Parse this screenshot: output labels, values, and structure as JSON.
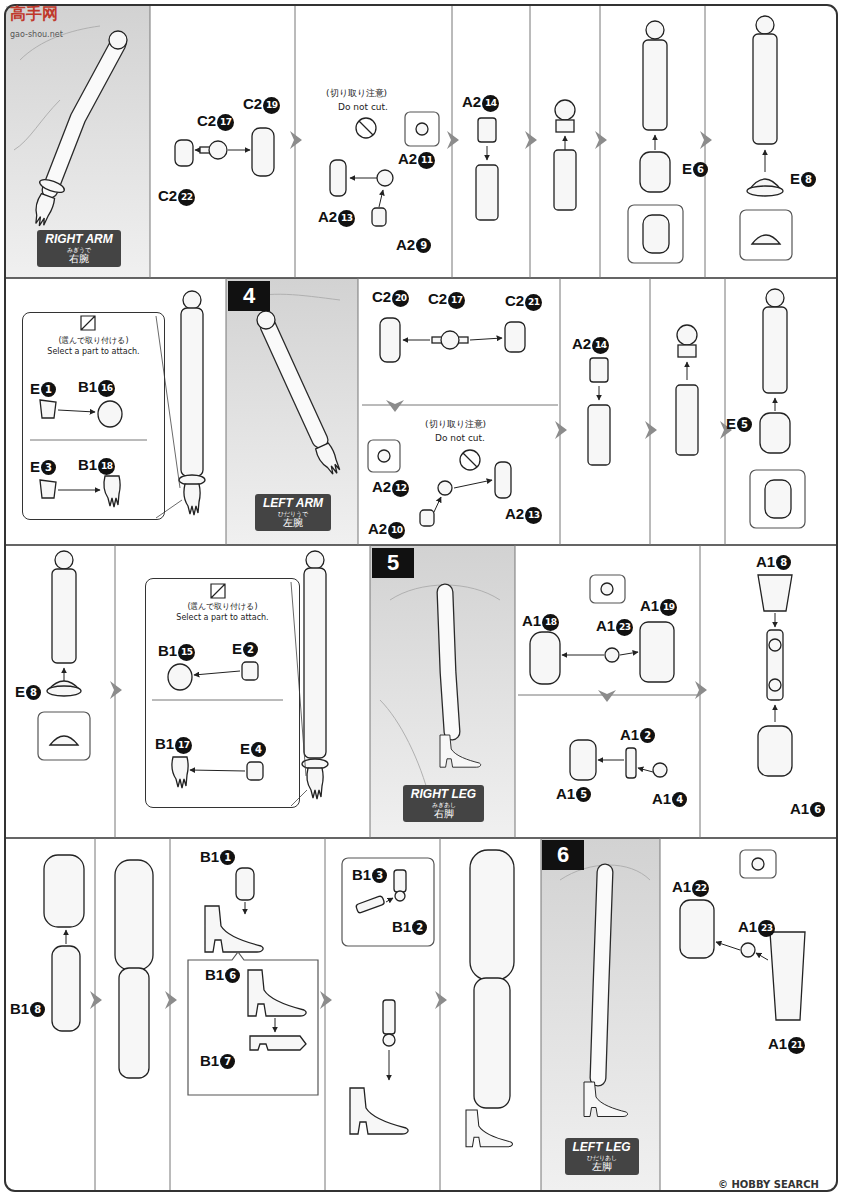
{
  "diagram": {
    "nodes": [
      {
        "text": [
          "RIGHT ARM",
          "みぎうで",
          "右腕"
        ]
      },
      {
        "text": [
          "(選んで取り付ける)",
          "Select a part to attach."
        ]
      },
      {
        "text": [
          "4"
        ]
      },
      {
        "text": [
          "LEFT ARM",
          "ひだりうで",
          "左腕"
        ]
      },
      {
        "text": [
          "(選んで取り付ける)",
          "Select a part to attach."
        ]
      },
      {
        "text": [
          "5"
        ]
      },
      {
        "text": [
          "RIGHT LEG",
          "みぎあし",
          "右脚"
        ]
      },
      {
        "text": [
          "6"
        ]
      },
      {
        "text": [
          "LEFT LEG",
          "ひだりあし",
          "左脚"
        ]
      }
    ],
    "labels": [
      "高手网",
      "gao-shou.net",
      "C2",
      "17",
      "C2",
      "19",
      "C2",
      "22",
      "(切り取り注意)",
      "Do not cut.",
      "A2",
      "11",
      "A2",
      "13",
      "A2",
      "9",
      "A2",
      "14",
      "E",
      "6",
      "E",
      "8",
      "E",
      "1",
      "B1",
      "16",
      "E",
      "3",
      "B1",
      "18",
      "C2",
      "20",
      "C2",
      "17",
      "C2",
      "21",
      "(切り取り注意)",
      "Do not cut.",
      "A2",
      "12",
      "A2",
      "10",
      "A2",
      "13",
      "A2",
      "14",
      "E",
      "5",
      "E",
      "8",
      "B1",
      "15",
      "E",
      "2",
      "B1",
      "17",
      "E",
      "4",
      "A1",
      "19",
      "A1",
      "23",
      "A1",
      "18",
      "A1",
      "2",
      "A1",
      "5",
      "A1",
      "4",
      "A1",
      "8",
      "A1",
      "6",
      "B1",
      "8",
      "B1",
      "1",
      "B1",
      "6",
      "B1",
      "7",
      "B1",
      "3",
      "B1",
      "2",
      "A1",
      "22",
      "A1",
      "23",
      "A1",
      "21",
      "© HOBBY SEARCH"
    ]
  }
}
